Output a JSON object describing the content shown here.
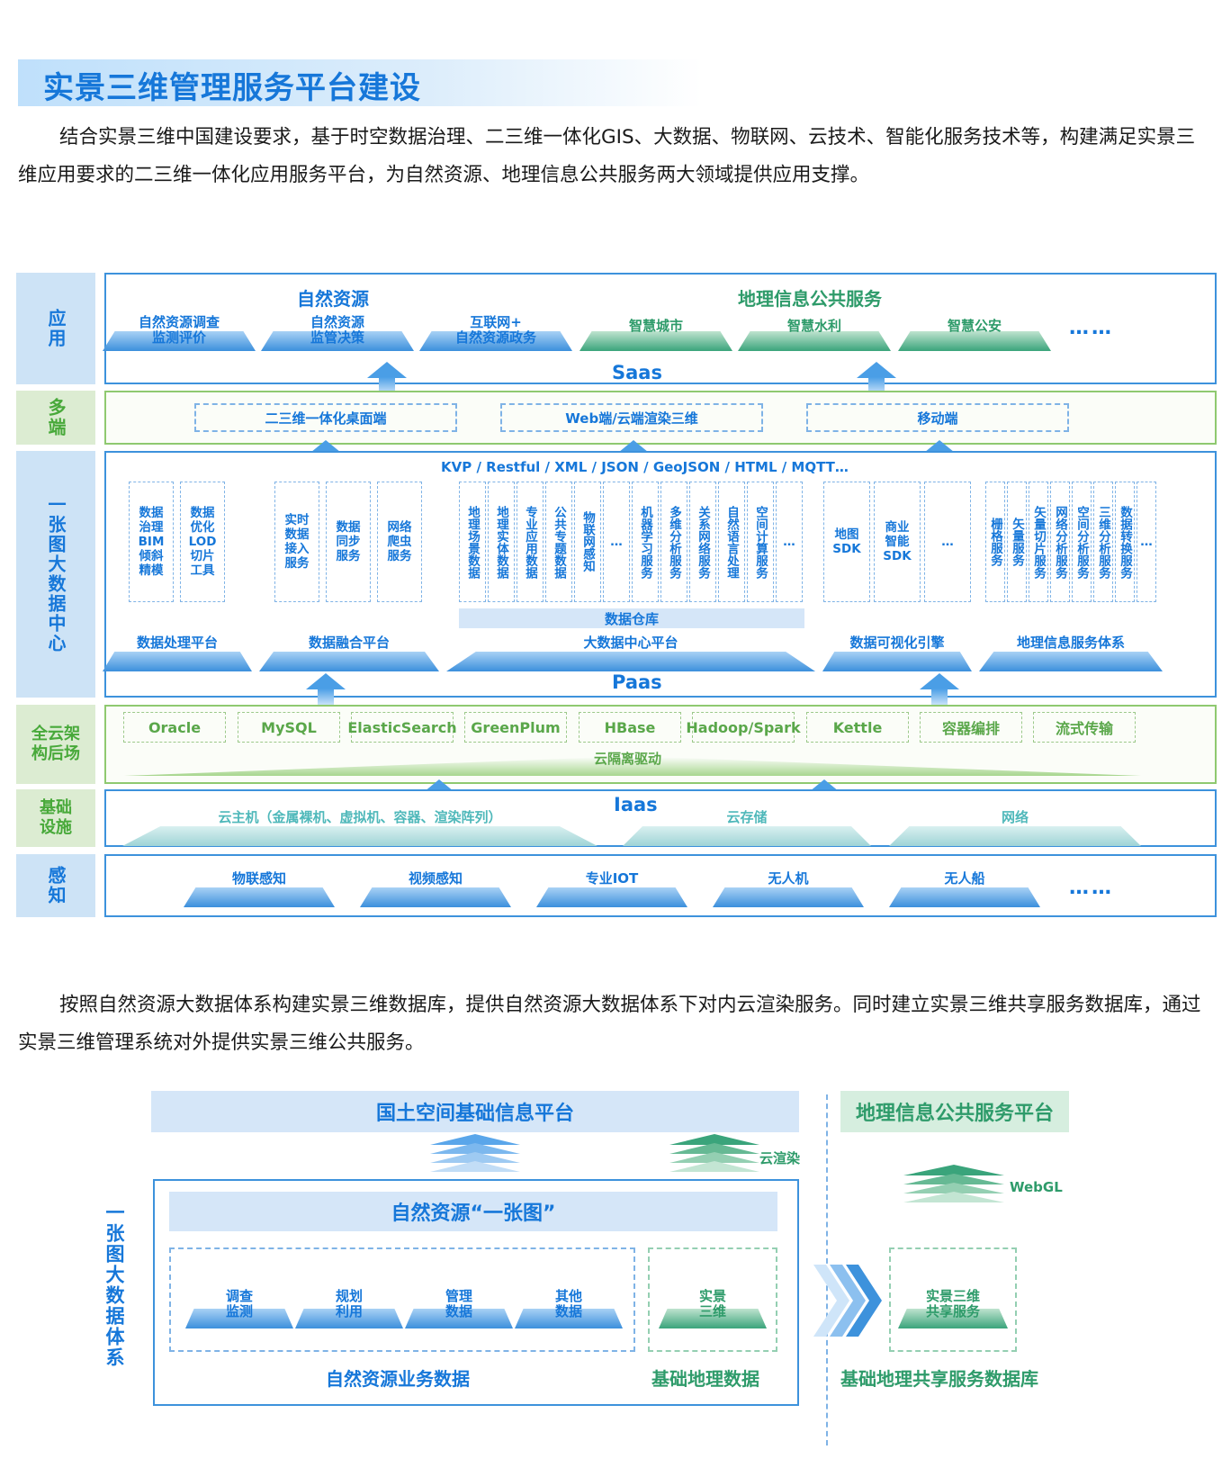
{
  "header": {
    "title": "实景三维管理服务平台建设"
  },
  "intro": "结合实景三维中国建设要求，基于时空数据治理、二三维一体化GIS、大数据、物联网、云技术、智能化服务技术等，构建满足实景三维应用要求的二三维一体化应用服务平台，为自然资源、地理信息公共服务两大领域提供应用支撑。",
  "diagram1": {
    "labels": {
      "app": "应用",
      "multi": "多端",
      "center": "一张图大数据中心",
      "cloud": "全云架构后场",
      "infra": "基础设施",
      "sense": "感知"
    },
    "app": {
      "group_natural": "自然资源",
      "group_geo": "地理信息公共服务",
      "items": [
        "自然资源调查\n监测评价",
        "自然资源\n监管决策",
        "互联网+\n自然资源政务",
        "智慧城市",
        "智慧水利",
        "智慧公安"
      ],
      "more": "……",
      "layer": "Saas"
    },
    "multi": {
      "items": [
        "二三维一体化桌面端",
        "Web端/云端渲染三维",
        "移动端"
      ]
    },
    "center": {
      "protocols": "KVP / Restful / XML / JSON / GeoJSON / HTML / MQTT…",
      "process_cols": [
        "数据\n治理\nBIM\n倾斜\n精模",
        "数据\n优化\nLOD\n切片\n工具"
      ],
      "fusion_cols": [
        "实时\n数据\n接入\n服务",
        "数据\n同步\n服务",
        "网络\n爬虫\n服务"
      ],
      "bigdata_cols": [
        "地理场景数据",
        "地理实体数据",
        "专业应用数据",
        "公共专题数据",
        "物联网感知",
        "…",
        "机器学习服务",
        "多维分析服务",
        "关系网络服务",
        "自然语言处理",
        "空间计算服务",
        "…"
      ],
      "vis_cols": [
        "地图\nSDK",
        "商业\n智能\nSDK",
        "…"
      ],
      "geo_cols": [
        "栅格服务",
        "矢量服务",
        "矢量切片服务",
        "网络分析服务",
        "空间分析服务",
        "三维分析服务",
        "数据转换服务",
        "…"
      ],
      "warehouse": "数据仓库",
      "platforms": [
        "数据处理平台",
        "数据融合平台",
        "大数据中心平台",
        "数据可视化引擎",
        "地理信息服务体系"
      ],
      "layer": "Paas"
    },
    "cloud": {
      "items": [
        "Oracle",
        "MySQL",
        "ElasticSearch",
        "GreenPlum",
        "HBase",
        "Hadoop/Spark",
        "Kettle",
        "容器编排",
        "流式传输"
      ],
      "driver": "云隔离驱动"
    },
    "infra": {
      "layer": "Iaas",
      "items": [
        "云主机（金属裸机、虚拟机、容器、渲染阵列）",
        "云存储",
        "网络"
      ]
    },
    "sense": {
      "items": [
        "物联感知",
        "视频感知",
        "专业IOT",
        "无人机",
        "无人船"
      ],
      "more": "……"
    }
  },
  "middle_text": "按照自然资源大数据体系构建实景三维数据库，提供自然资源大数据体系下对内云渲染服务。同时建立实景三维共享服务数据库，通过实景三维管理系统对外提供实景三维公共服务。",
  "diagram2": {
    "platform_left": "国土空间基础信息平台",
    "platform_right": "地理信息公共服务平台",
    "cloud_render": "云渲染",
    "webgl": "WebGL",
    "side_label": "一张图大数据体系",
    "one_map": "自然资源“一张图”",
    "business_items": [
      "调查\n监测",
      "规划\n利用",
      "管理\n数据",
      "其他\n数据"
    ],
    "basic_item": "实景\n三维",
    "shared_item": "实景三维\n共享服务",
    "cap_business": "自然资源业务数据",
    "cap_basic": "基础地理数据",
    "cap_shared": "基础地理共享服务数据库"
  },
  "colors": {
    "blue": "#1677d9",
    "green": "#48a93a",
    "teal": "#2e9b6a"
  }
}
